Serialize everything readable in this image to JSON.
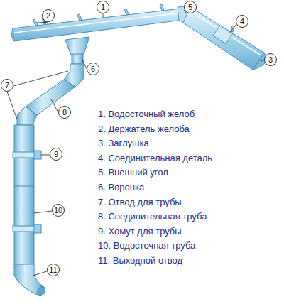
{
  "diagram": {
    "nodes": [
      {
        "text": [
          "1"
        ]
      },
      {
        "text": [
          "2"
        ]
      },
      {
        "text": [
          "3"
        ]
      },
      {
        "text": [
          "4"
        ]
      },
      {
        "text": [
          "5"
        ]
      },
      {
        "text": [
          "6"
        ]
      },
      {
        "text": [
          "7"
        ]
      },
      {
        "text": [
          "8"
        ]
      },
      {
        "text": [
          "9"
        ]
      },
      {
        "text": [
          "10"
        ]
      },
      {
        "text": [
          "11"
        ]
      }
    ],
    "labels": [
      "1. Водосточный желоб",
      "2. Держатель желоба",
      "3. Заглушка",
      "4. Соединительная деталь",
      "5. Внешний угол",
      "6. Воронка",
      "7. Отвод для трубы",
      "8. Соединительная труба",
      "9. Хомут для трубы",
      "10. Водосточная труба",
      "11. Выходной отвод"
    ]
  }
}
